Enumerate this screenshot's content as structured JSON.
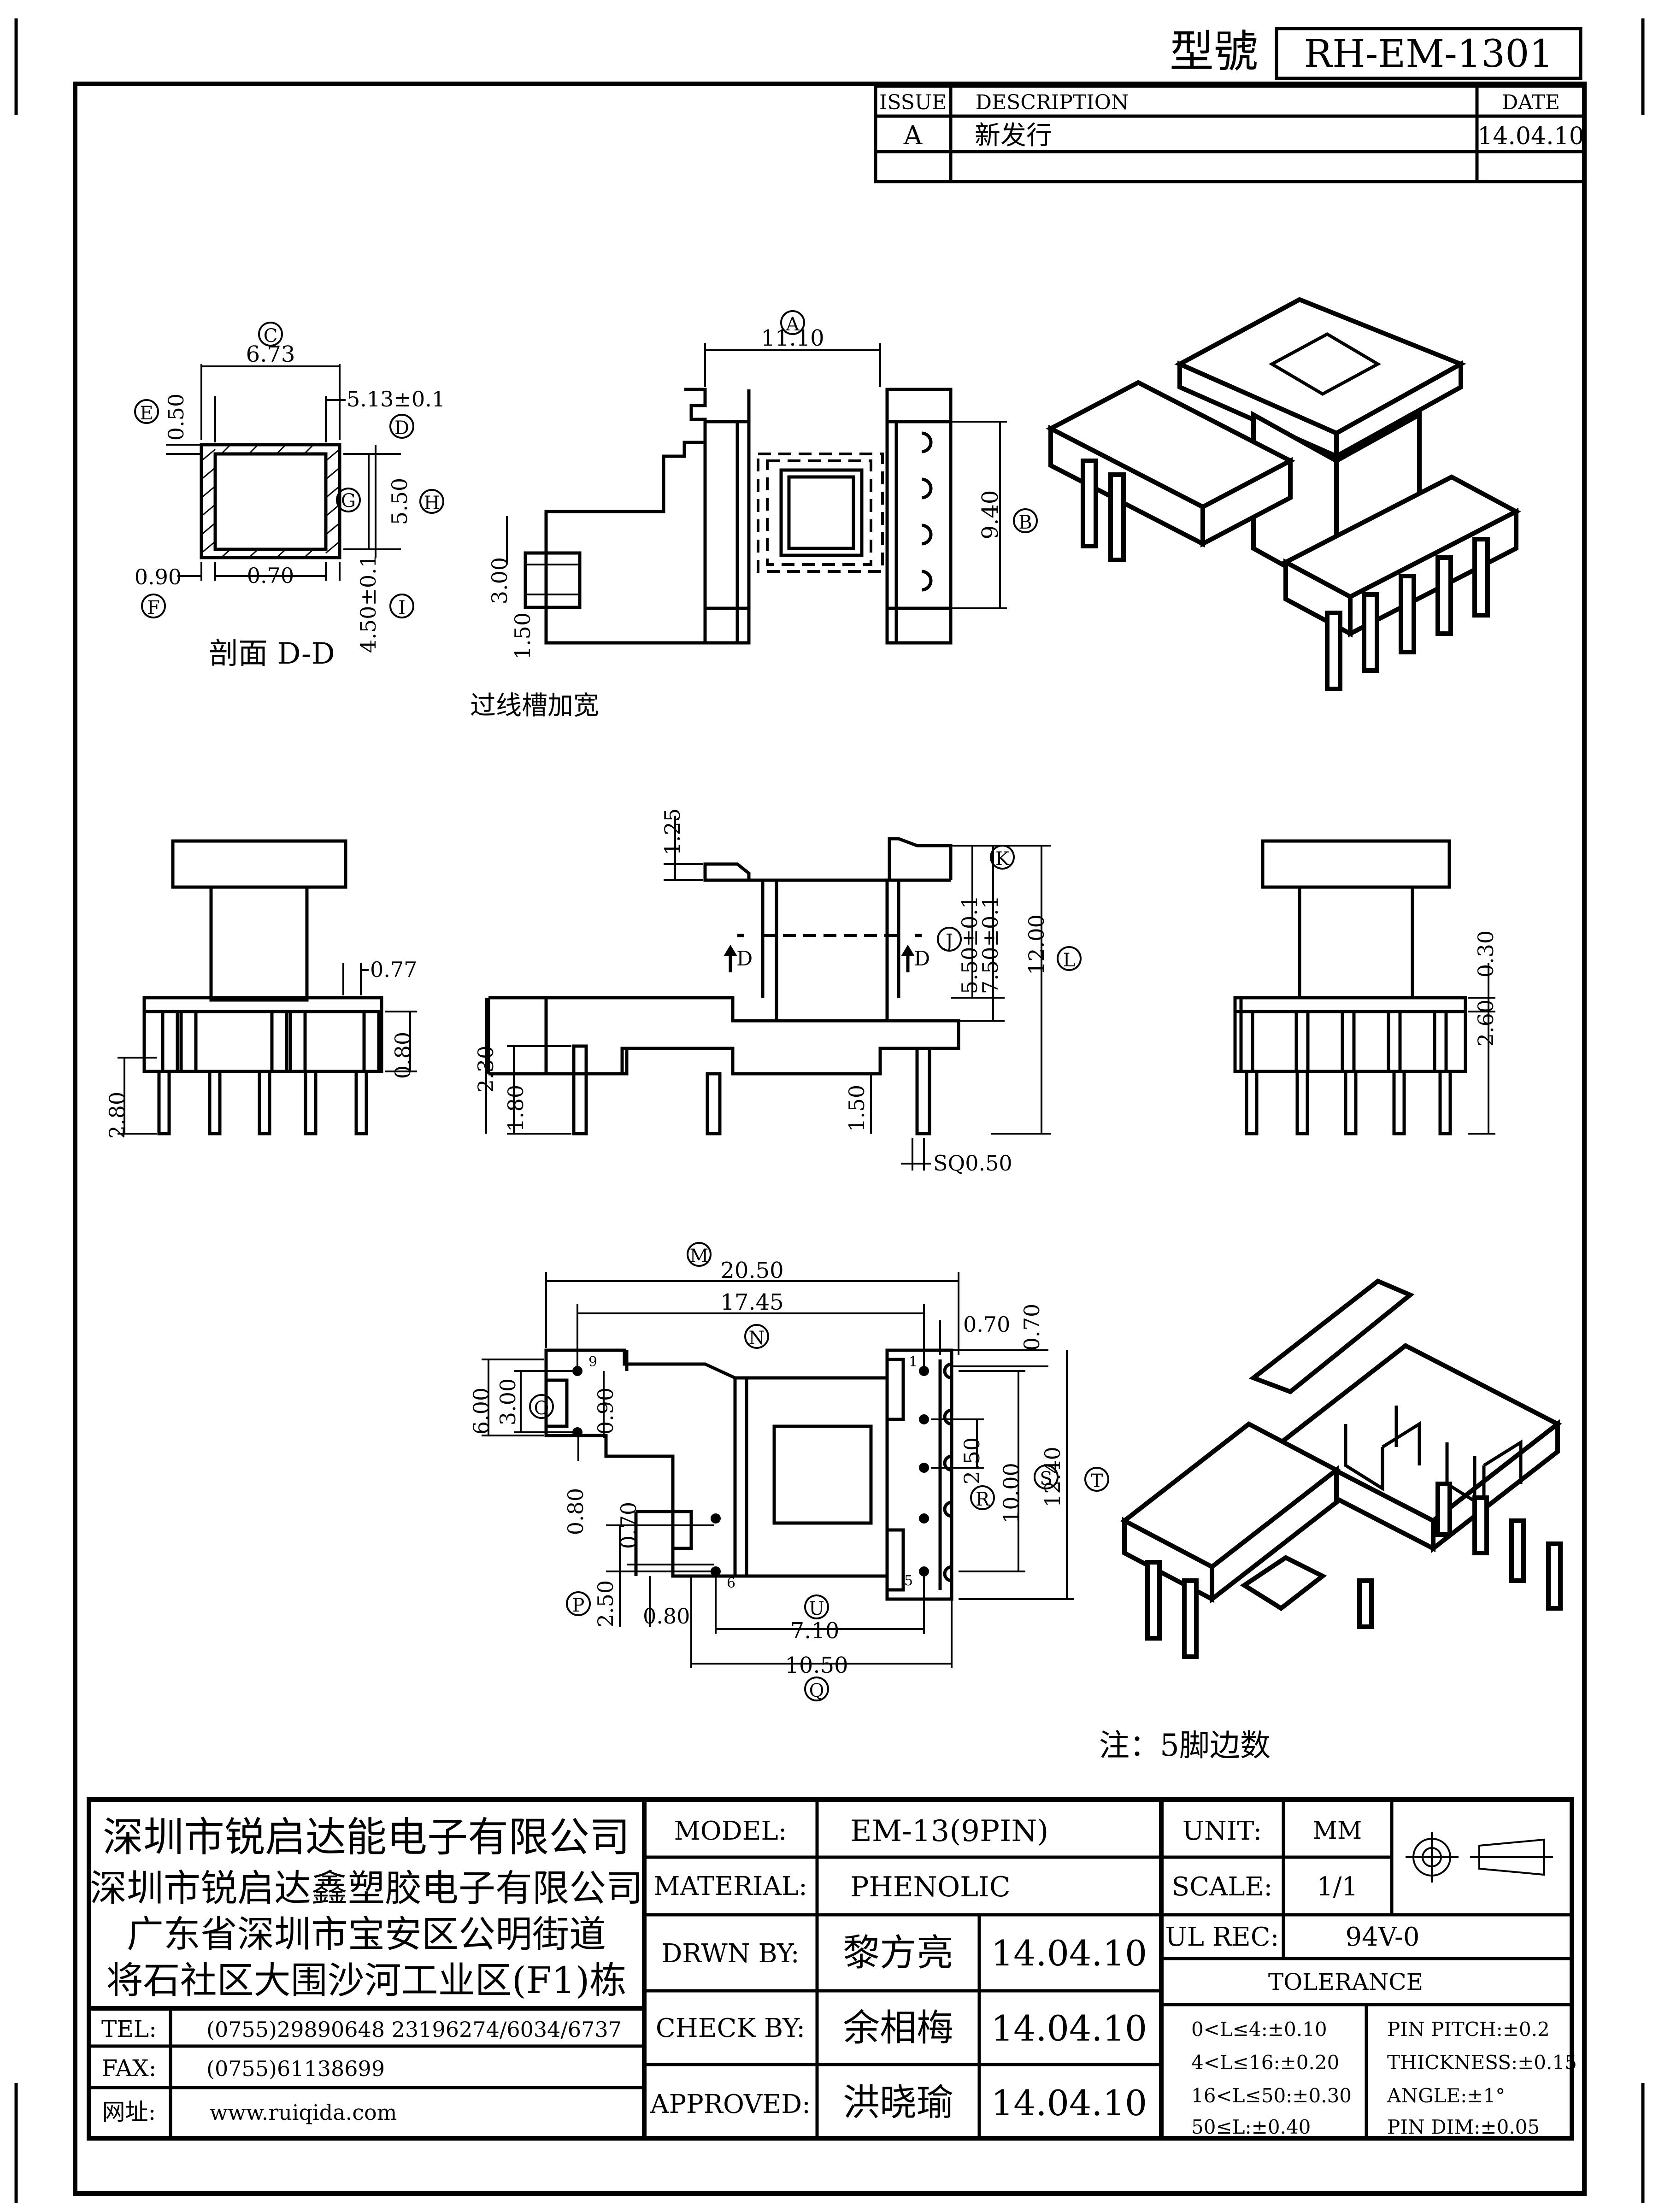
{
  "header": {
    "model_no_label": "型號",
    "model_no": "RH-EM-1301"
  },
  "revision": {
    "headers": {
      "issue": "ISSUE",
      "description": "DESCRIPTION",
      "date": "DATE"
    },
    "rows": [
      {
        "issue": "A",
        "description": "新发行",
        "date": "14.04.10"
      },
      {
        "issue": "",
        "description": "",
        "date": ""
      }
    ]
  },
  "notes": {
    "slot_note": "过线槽加宽",
    "pin_note": "注：5脚边数",
    "section_label": "剖面 D-D"
  },
  "dimensions": {
    "section": {
      "C": "C",
      "E": "E",
      "D": "D",
      "G": "G",
      "H": "H",
      "F": "F",
      "I": "I",
      "c_val": "6.73",
      "e_val": "0.50",
      "d_val": "5.13±0.1",
      "h_val": "5.50",
      "f_val": "0.90",
      "g_val": "0.70",
      "i_val": "4.50±0.1"
    },
    "top": {
      "A": "A",
      "B": "B",
      "a_val": "11.10",
      "b_val": "9.40",
      "v300": "3.00",
      "v150": "1.50"
    },
    "side": {
      "v077": "0.77",
      "v080": "0.80",
      "v280": "2.80",
      "v030": "0.30",
      "v260": "2.60"
    },
    "front": {
      "K": "K",
      "J": "J",
      "L": "L",
      "D": "D",
      "v125": "1.25",
      "v550": "5.50±0.1",
      "v750": "7.50±0.1",
      "v1200": "12.00",
      "v230": "2.30",
      "v180": "1.80",
      "v150": "1.50",
      "sq": "SQ0.50"
    },
    "bottom": {
      "M": "M",
      "N": "N",
      "O": "O",
      "P": "P",
      "Q": "Q",
      "R": "R",
      "S": "S",
      "T": "T",
      "U": "U",
      "m_val": "20.50",
      "n_val": "17.45",
      "v070a": "0.70",
      "v070b": "0.70",
      "v600": "6.00",
      "v300": "3.00",
      "v090": "0.90",
      "v080": "0.80",
      "v070c": "0.70",
      "v250a": "2.50",
      "v1000": "10.00",
      "v1240": "12.40",
      "v250p": "2.50",
      "v080b": "0.80",
      "u_val": "7.10",
      "q_val": "10.50",
      "pin9": "9",
      "pin6": "6",
      "pin1": "1",
      "pin5": "5"
    }
  },
  "title_block": {
    "company": [
      "深圳市锐启达能电子有限公司",
      "深圳市锐启达鑫塑胶电子有限公司",
      "广东省深圳市宝安区公明街道",
      "将石社区大围沙河工业区(F1)栋"
    ],
    "contact": [
      {
        "label": "TEL:",
        "value": "(0755)29890648  23196274/6034/6737"
      },
      {
        "label": "FAX:",
        "value": "(0755)61138699"
      },
      {
        "label": "网址:",
        "value": "www.ruiqida.com"
      }
    ],
    "model_label": "MODEL:",
    "model_value": "EM-13(9PIN)",
    "material_label": "MATERIAL:",
    "material_value": "PHENOLIC",
    "drawn_label": "DRWN BY:",
    "drawn_name": "黎方亮",
    "drawn_date": "14.04.10",
    "check_label": "CHECK BY:",
    "check_name": "余相梅",
    "check_date": "14.04.10",
    "approved_label": "APPROVED:",
    "approved_name": "洪晓瑜",
    "approved_date": "14.04.10",
    "unit_label": "UNIT:",
    "unit_value": "MM",
    "scale_label": "SCALE:",
    "scale_value": "1/1",
    "ul_label": "UL REC:",
    "ul_value": "94V-0",
    "tolerance_label": "TOLERANCE",
    "tolerance_left": [
      "0<L≤4:±0.10",
      "4<L≤16:±0.20",
      "16<L≤50:±0.30",
      "50≤L:±0.40"
    ],
    "tolerance_right": [
      "PIN PITCH:±0.2",
      "THICKNESS:±0.15",
      "ANGLE:±1°",
      "PIN DIM:±0.05"
    ]
  }
}
